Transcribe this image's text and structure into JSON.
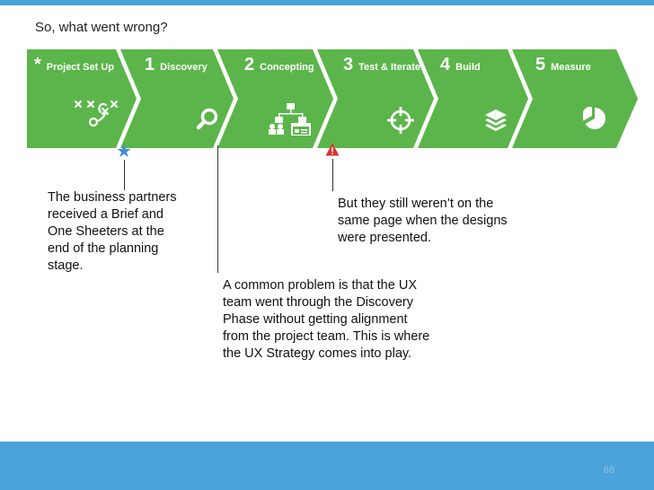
{
  "slide": {
    "title": "So, what went wrong?",
    "page_number": "68"
  },
  "steps": [
    {
      "number": "*",
      "label": "Project Set Up"
    },
    {
      "number": "1",
      "label": "Discovery"
    },
    {
      "number": "2",
      "label": "Concepting"
    },
    {
      "number": "3",
      "label": "Test & Iterate"
    },
    {
      "number": "4",
      "label": "Build"
    },
    {
      "number": "5",
      "label": "Measure"
    }
  ],
  "icons": {
    "project_set_up": "play-diagram-icon",
    "discovery": "magnifier-icon",
    "concepting": "org-chart-icon",
    "test_iterate": "crosshair-icon",
    "build": "layers-icon",
    "measure": "pie-chart-icon"
  },
  "markers": {
    "star": "star-marker-icon",
    "warning": "warning-marker-icon"
  },
  "notes": {
    "business_partners": [
      "The business partners",
      "received a Brief and",
      "One Sheeters at the",
      "end of the planning",
      "stage."
    ],
    "same_page": [
      "But they still weren’t on the",
      "same page when the designs",
      "were presented."
    ],
    "common_problem": [
      "A common problem is that the UX",
      "team went through the Discovery",
      "Phase without getting alignment",
      "from the project team. This is where",
      "the UX Strategy comes into play."
    ]
  },
  "colors": {
    "band_green": "#5bb54a",
    "band_divider": "#ffffff",
    "top_bar": "#4aa3d9",
    "star": "#3f8fd2",
    "warning": "#d9322e"
  }
}
